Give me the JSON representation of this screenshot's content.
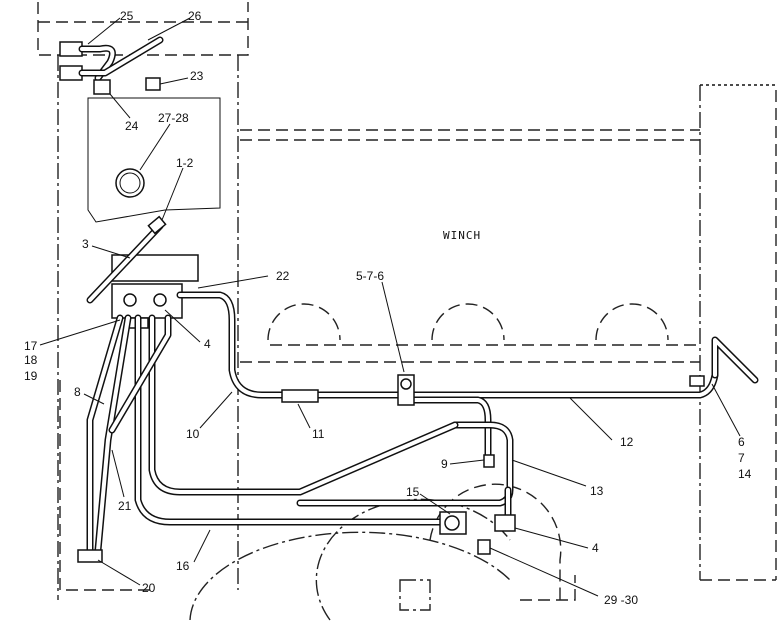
{
  "diagram": {
    "center_label": "WINCH",
    "callouts": [
      {
        "id": "c25",
        "text": "25"
      },
      {
        "id": "c26",
        "text": "26"
      },
      {
        "id": "c23",
        "text": "23"
      },
      {
        "id": "c24",
        "text": "24"
      },
      {
        "id": "c27",
        "text": "27-28"
      },
      {
        "id": "c1",
        "text": "1-2"
      },
      {
        "id": "c3",
        "text": "3"
      },
      {
        "id": "c22",
        "text": "22"
      },
      {
        "id": "c576",
        "text": "5-7-6"
      },
      {
        "id": "c17",
        "text": "17"
      },
      {
        "id": "c18",
        "text": "18"
      },
      {
        "id": "c19",
        "text": "19"
      },
      {
        "id": "c4a",
        "text": "4"
      },
      {
        "id": "c8",
        "text": "8"
      },
      {
        "id": "c10",
        "text": "10"
      },
      {
        "id": "c11",
        "text": "11"
      },
      {
        "id": "c12",
        "text": "12"
      },
      {
        "id": "c6",
        "text": "6"
      },
      {
        "id": "c7",
        "text": "7"
      },
      {
        "id": "c14",
        "text": "14"
      },
      {
        "id": "c9",
        "text": "9"
      },
      {
        "id": "c13",
        "text": "13"
      },
      {
        "id": "c21",
        "text": "21"
      },
      {
        "id": "c15",
        "text": "15"
      },
      {
        "id": "c4b",
        "text": "4"
      },
      {
        "id": "c16",
        "text": "16"
      },
      {
        "id": "c20",
        "text": "20"
      },
      {
        "id": "c2930",
        "text": "29 -30"
      }
    ]
  }
}
